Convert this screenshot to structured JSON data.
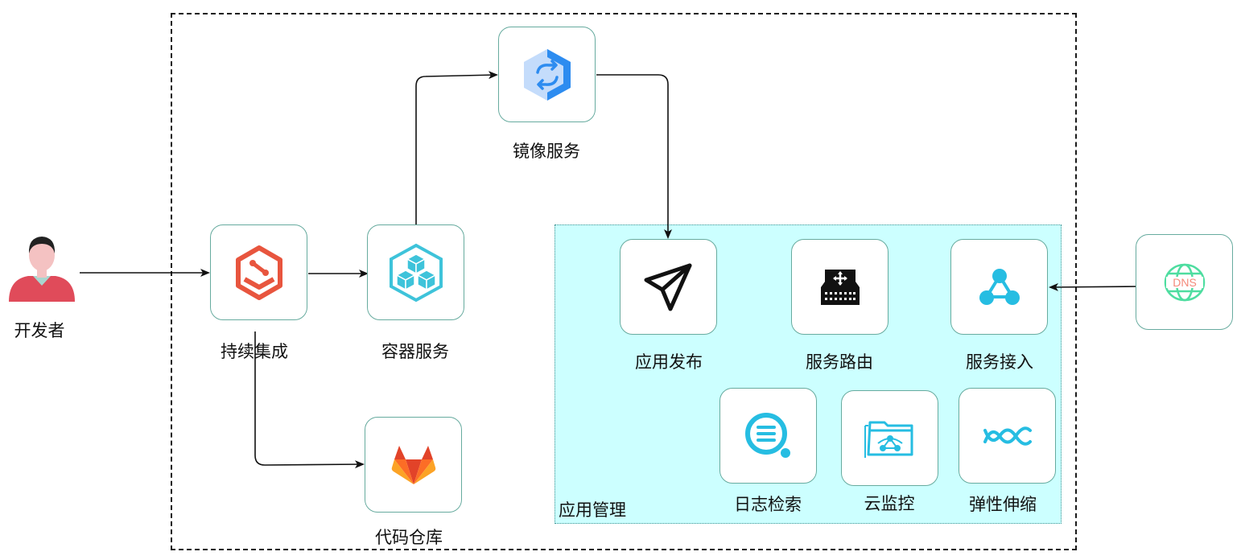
{
  "nodes": {
    "developer": {
      "label": "开发者",
      "icon": "user-icon"
    },
    "ci": {
      "label": "持续集成",
      "icon": "continuous-integration-icon"
    },
    "container": {
      "label": "容器服务",
      "icon": "container-service-icon"
    },
    "registry": {
      "label": "镜像服务",
      "icon": "image-sync-icon"
    },
    "repo": {
      "label": "代码仓库",
      "icon": "gitlab-icon"
    },
    "deploy": {
      "label": "应用发布",
      "icon": "paper-plane-icon"
    },
    "routing": {
      "label": "服务路由",
      "icon": "router-icon"
    },
    "access": {
      "label": "服务接入",
      "icon": "network-nodes-icon"
    },
    "logs": {
      "label": "日志检索",
      "icon": "log-search-icon"
    },
    "monitor": {
      "label": "云监控",
      "icon": "cloud-monitor-folder-icon"
    },
    "scaling": {
      "label": "弹性伸缩",
      "icon": "elastic-wave-icon"
    },
    "dns": {
      "label": "",
      "icon": "dns-globe-icon",
      "icon_text": "DNS"
    }
  },
  "group": {
    "label": "应用管理"
  },
  "colors": {
    "node_border": "#67ab9f",
    "group_fill": "#ccffff",
    "ci_red": "#e8553e",
    "container_teal": "#3ec3da",
    "registry_blue": "#2d8cf0",
    "service_cyan": "#26bde2",
    "dns_green": "#4edda0",
    "dns_text": "#f48a7a"
  },
  "edges": [
    {
      "from": "developer",
      "to": "ci"
    },
    {
      "from": "ci",
      "to": "container"
    },
    {
      "from": "container",
      "to": "registry"
    },
    {
      "from": "registry",
      "to": "deploy"
    },
    {
      "from": "ci",
      "to": "repo"
    },
    {
      "from": "dns",
      "to": "access"
    }
  ]
}
